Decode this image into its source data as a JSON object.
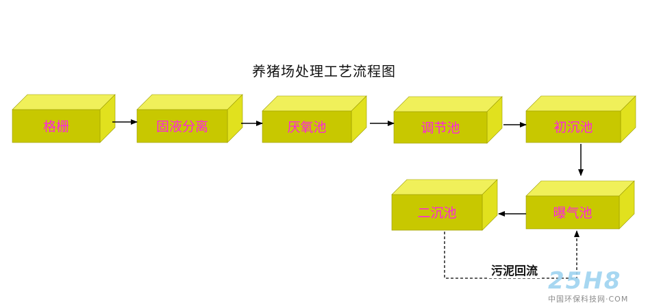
{
  "diagram": {
    "title": "养猪场处理工艺流程图",
    "colors": {
      "box_front": "#c8c800",
      "box_top": "#f0f05a",
      "box_side": "#e1e11e",
      "label": "#ff22dd",
      "arrow": "#000000"
    },
    "stages": [
      {
        "id": "grille",
        "label": "格栅"
      },
      {
        "id": "solid-liquid-separation",
        "label": "固液分离"
      },
      {
        "id": "anaerobic-tank",
        "label": "厌氧池"
      },
      {
        "id": "regulating-tank",
        "label": "调节池"
      },
      {
        "id": "primary-settling-tank",
        "label": "初沉池"
      },
      {
        "id": "aeration-tank",
        "label": "曝气池"
      },
      {
        "id": "secondary-settling-tank",
        "label": "二沉池"
      }
    ],
    "flows": [
      {
        "from": "grille",
        "to": "solid-liquid-separation",
        "style": "solid"
      },
      {
        "from": "solid-liquid-separation",
        "to": "anaerobic-tank",
        "style": "solid"
      },
      {
        "from": "anaerobic-tank",
        "to": "regulating-tank",
        "style": "solid"
      },
      {
        "from": "regulating-tank",
        "to": "primary-settling-tank",
        "style": "solid"
      },
      {
        "from": "primary-settling-tank",
        "to": "aeration-tank",
        "style": "solid"
      },
      {
        "from": "aeration-tank",
        "to": "secondary-settling-tank",
        "style": "solid"
      },
      {
        "from": "secondary-settling-tank",
        "to": "aeration-tank",
        "style": "dashed",
        "label": "污泥回流"
      }
    ],
    "return_label": "污泥回流"
  },
  "watermark": {
    "main": "25H8",
    "sub": "中国环保科技网·COM"
  }
}
